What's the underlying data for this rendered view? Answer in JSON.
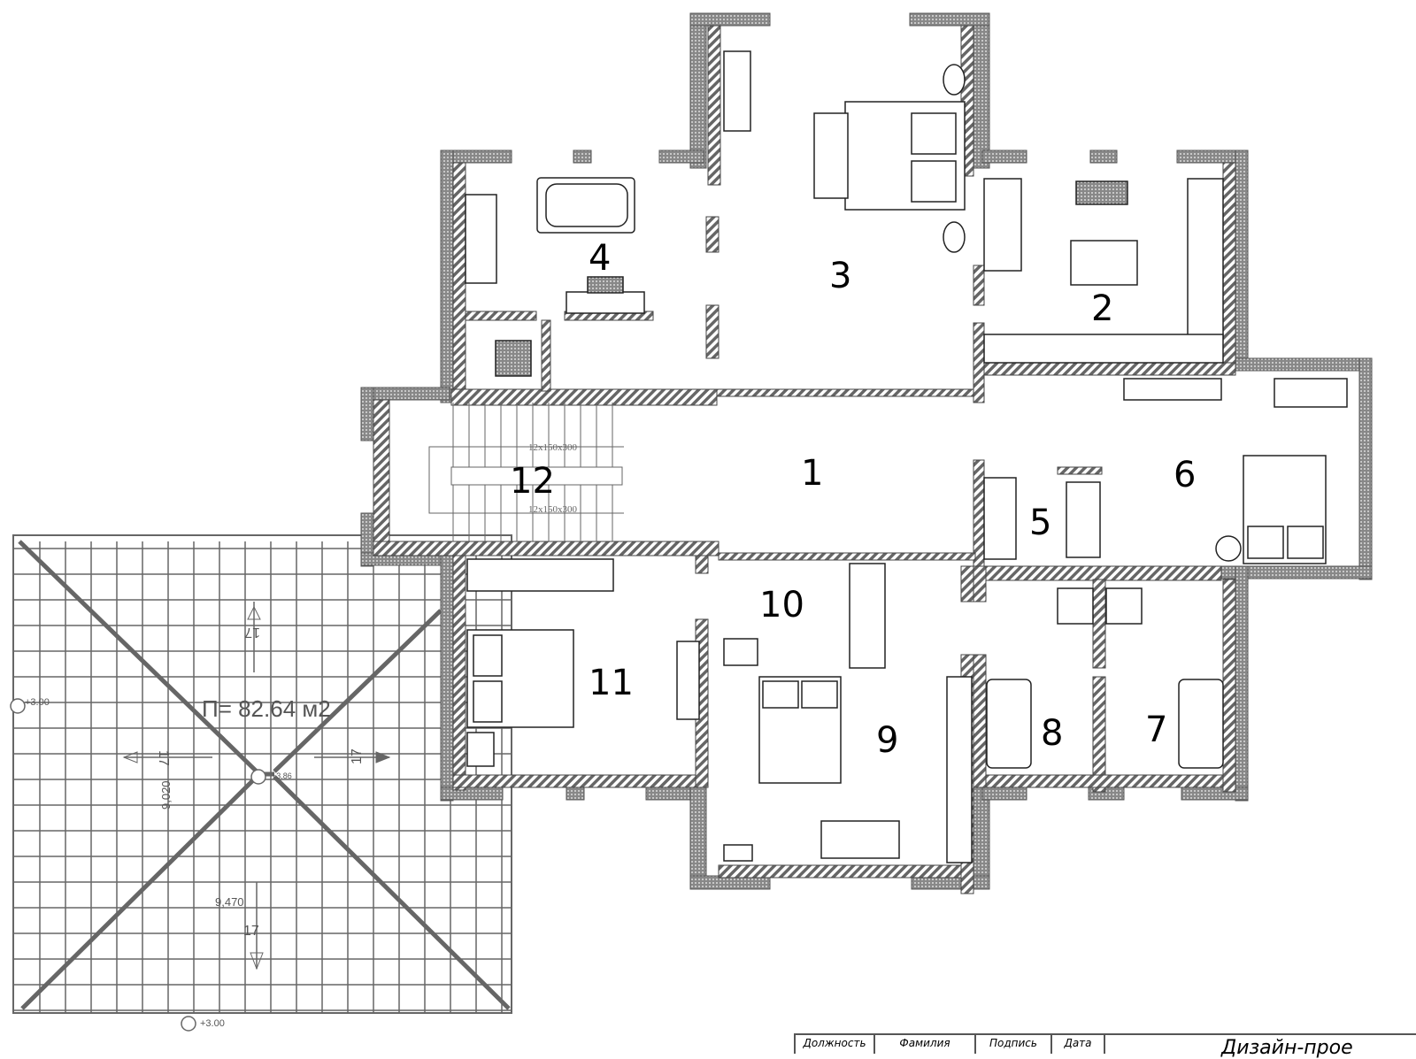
{
  "rooms": [
    {
      "num": "1"
    },
    {
      "num": "2"
    },
    {
      "num": "3"
    },
    {
      "num": "4"
    },
    {
      "num": "5"
    },
    {
      "num": "6"
    },
    {
      "num": "7"
    },
    {
      "num": "8"
    },
    {
      "num": "9"
    },
    {
      "num": "10"
    },
    {
      "num": "11"
    },
    {
      "num": "12"
    }
  ],
  "stairs": {
    "flight_top": "12x150x300",
    "flight_bottom": "12x150x300"
  },
  "roof": {
    "area": "П= 82.64 м2",
    "level_left": "+3.00",
    "level_bottom": "+3.00",
    "level_ridge": "+3.86",
    "slope_up": "17",
    "slope_left": "17",
    "slope_right": "17",
    "slope_down": "17",
    "dim_a": "9,020",
    "dim_b": "9,470"
  },
  "title_block": {
    "headers": [
      "Должность",
      "Фамилия",
      "Подпись",
      "Дата"
    ],
    "title": "Дизайн-прое"
  },
  "colors": {
    "wall": "#777777",
    "line": "#555555",
    "ink": "#000000"
  }
}
